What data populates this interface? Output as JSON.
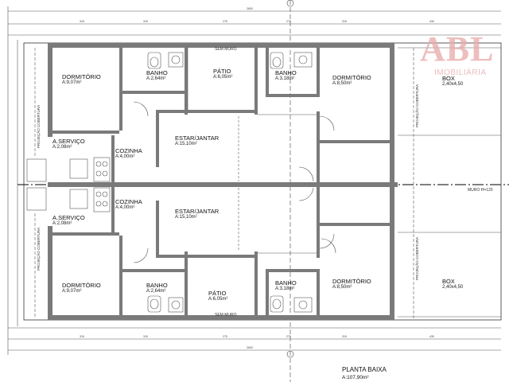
{
  "watermark": {
    "logo": "ABL",
    "sub": "IMOBILIÁRIA"
  },
  "plan": {
    "title": "PLANTA BAIXA",
    "area": "A:107,90m²"
  },
  "walls": {
    "sem_muro": "SEM MURO",
    "muro": "MURO H=120",
    "proj_cobertura": "PROJEÇÃO COBERTURA"
  },
  "unit_top": {
    "dormitorio_left": {
      "name": "DORMITÓRIO",
      "area": "A:9,07m²"
    },
    "banho_left": {
      "name": "BANHO",
      "area": "A:2,64m²"
    },
    "patio": {
      "name": "PÁTIO",
      "area": "A:6,05m²"
    },
    "banho_right": {
      "name": "BANHO",
      "area": "A:3,18m²"
    },
    "dormitorio_right": {
      "name": "DORMITÓRIO",
      "area": "A:8,50m²"
    },
    "box": {
      "name": "BOX",
      "area": "2,40x4,50"
    },
    "servico": {
      "name": "A.SERVIÇO",
      "area": "A:2,08m²"
    },
    "cozinha": {
      "name": "COZINHA",
      "area": "A:4,00m²"
    },
    "estar": {
      "name": "ESTAR/JANTAR",
      "area": "A:15,10m²"
    }
  },
  "unit_bottom": {
    "dormitorio_left": {
      "name": "DORMITÓRIO",
      "area": "A:9,07m²"
    },
    "banho_left": {
      "name": "BANHO",
      "area": "A:2,64m²"
    },
    "patio": {
      "name": "PÁTIO",
      "area": "A:6,05m²"
    },
    "banho_right": {
      "name": "BANHO",
      "area": "A:3,18m²"
    },
    "dormitorio_right": {
      "name": "DORMITÓRIO",
      "area": "A:8,50m²"
    },
    "box": {
      "name": "BOX",
      "area": "2,40x4,50"
    },
    "servico": {
      "name": "A.SERVIÇO",
      "area": "A:2,08m²"
    },
    "cozinha": {
      "name": "COZINHA",
      "area": "A:4,00m²"
    },
    "estar": {
      "name": "ESTAR/JANTAR",
      "area": "A:15,10m²"
    }
  }
}
